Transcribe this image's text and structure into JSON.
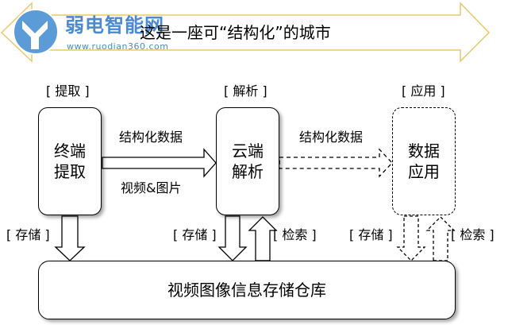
{
  "banner": {
    "title": "这是一座可“结构化”的城市"
  },
  "logo": {
    "name": "弱电智能网",
    "url": "www.ruodian360.com"
  },
  "stages": [
    {
      "tag": "[ 提取 ]",
      "line1": "终端",
      "line2": "提取"
    },
    {
      "tag": "[ 解析 ]",
      "line1": "云端",
      "line2": "解析"
    },
    {
      "tag": "[ 应用 ]",
      "line1": "数据",
      "line2": "应用"
    }
  ],
  "flows": {
    "structured_1": "结构化数据",
    "video_image": "视频&图片",
    "structured_2": "结构化数据"
  },
  "storage_labels": {
    "store_1": "[ 存储 ]",
    "store_2": "[ 存储 ]",
    "retrieve_2": "[ 检索 ]",
    "store_3": "[ 存储 ]",
    "retrieve_3": "[ 检索 ]"
  },
  "repository": {
    "label": "视频图像信息存储仓库"
  },
  "colors": {
    "banner_border": "#e8c86a",
    "logo_blue": "#4a8ad0",
    "line": "#000000"
  },
  "icons": [
    "banner-arrow-icon",
    "logo-icon"
  ]
}
